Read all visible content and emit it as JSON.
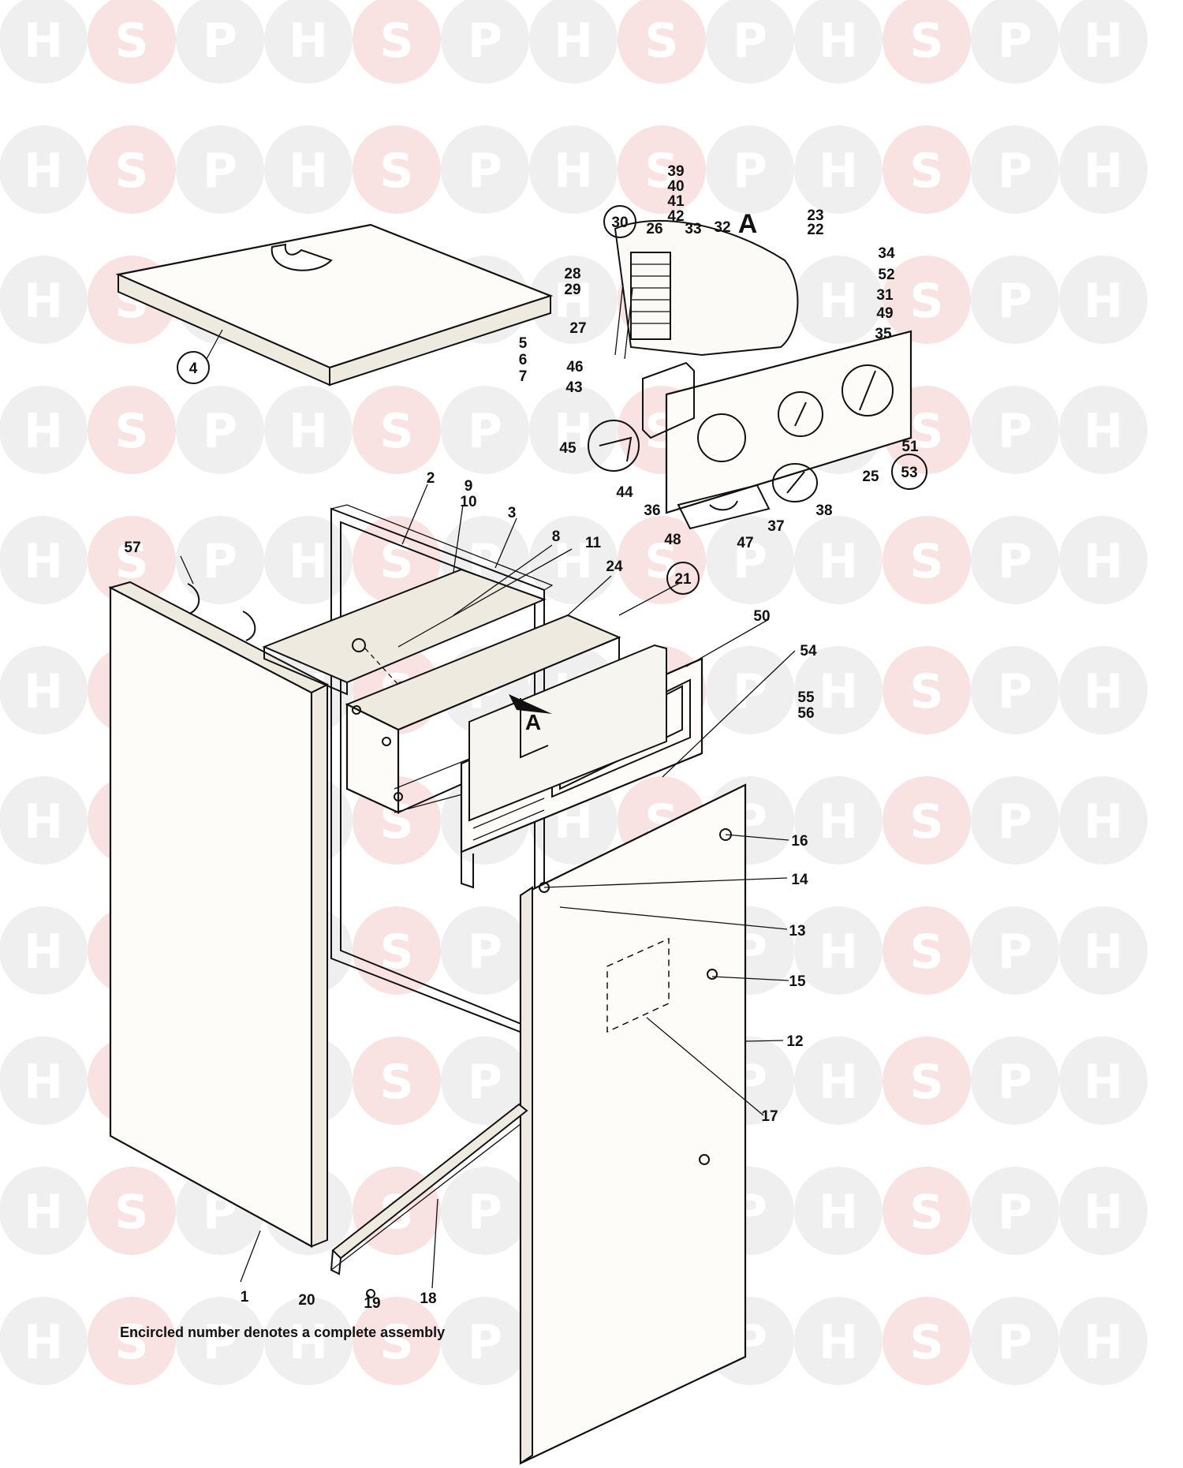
{
  "watermark": {
    "letters": [
      "H",
      "S",
      "P"
    ],
    "colors": {
      "H": "#efefef",
      "S": "#f8e2e2",
      "P": "#efefef",
      "text": "#ffffff"
    }
  },
  "caption": "Encircled number denotes a complete assembly",
  "view_markers": {
    "detail": "A",
    "location": "A"
  },
  "callouts": {
    "c1": "1",
    "c2": "2",
    "c3": "3",
    "c4": "4",
    "c5": "5",
    "c6": "6",
    "c7": "7",
    "c8": "8",
    "c9": "9",
    "c10": "10",
    "c11": "11",
    "c12": "12",
    "c13": "13",
    "c14": "14",
    "c15": "15",
    "c16": "16",
    "c17": "17",
    "c18": "18",
    "c19": "19",
    "c20": "20",
    "c21": "21",
    "c22": "22",
    "c23": "23",
    "c24": "24",
    "c25": "25",
    "c26": "26",
    "c27": "27",
    "c28": "28",
    "c29": "29",
    "c30": "30",
    "c31": "31",
    "c32": "32",
    "c33": "33",
    "c34": "34",
    "c35": "35",
    "c36": "36",
    "c37": "37",
    "c38": "38",
    "c39": "39",
    "c40": "40",
    "c41": "41",
    "c42": "42",
    "c43": "43",
    "c44": "44",
    "c45": "45",
    "c46": "46",
    "c47": "47",
    "c48": "48",
    "c49": "49",
    "c50": "50",
    "c51": "51",
    "c52": "52",
    "c53": "53",
    "c54": "54",
    "c55": "55",
    "c56": "56",
    "c57": "57"
  }
}
